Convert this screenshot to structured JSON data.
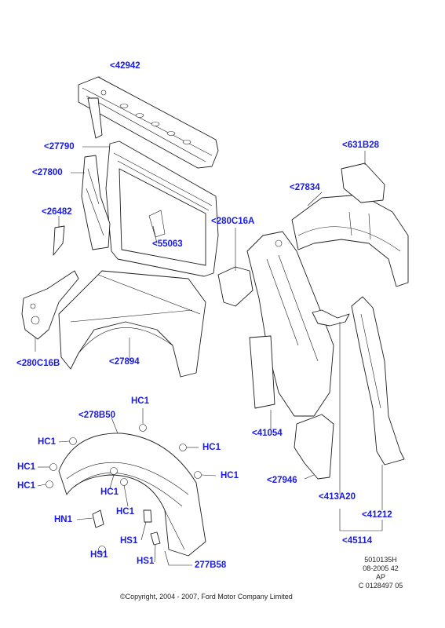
{
  "callouts": {
    "c42942": "<42942",
    "c27790": "<27790",
    "c27800": "<27800",
    "c26482": "<26482",
    "c280C16B": "<280C16B",
    "c55063": "<55063",
    "c27894": "<27894",
    "c280C16A": "<280C16A",
    "c27834": "<27834",
    "c631B28": "<631B28",
    "c41054": "<41054",
    "c27946": "<27946",
    "c413A20": "<413A20",
    "c41212": "<41212",
    "c45114": "<45114",
    "c278B50": "<278B50",
    "hc1_top": "HC1",
    "hc1_left1": "HC1",
    "hc1_left2": "HC1",
    "hc1_left3": "HC1",
    "hc1_right1": "HC1",
    "hc1_right2": "HC1",
    "hc1_mid1": "HC1",
    "hc1_mid2": "HC1",
    "hn1": "HN1",
    "hs1_a": "HS1",
    "hs1_b": "HS1",
    "hs1_c": "HS1",
    "c277B58": "277B58"
  },
  "reference": {
    "line1": "5010135H",
    "line2": "08-2005 42",
    "line3": "AP",
    "line4": "C 0128497 05"
  },
  "copyright": "©Copyright, 2004 - 2007, Ford Motor Company Limited",
  "colors": {
    "callout": "#1a1ae6",
    "line": "#1e1e1e"
  }
}
